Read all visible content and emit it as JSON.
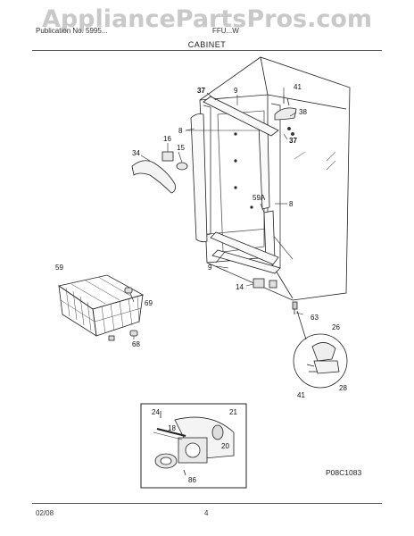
{
  "watermark": "AppliancePartsPros.com",
  "header": {
    "left": "Publication No. 5995...",
    "right": "FFU...W"
  },
  "section_title": "CABINET",
  "callouts": {
    "c37a": "37",
    "c9a": "9",
    "c41a": "41",
    "c38": "38",
    "c37b": "37",
    "c8a": "8",
    "c16": "16",
    "c15": "15",
    "c34": "34",
    "c59a": "59A",
    "c8b": "8",
    "c9b": "9",
    "c14": "14",
    "c59": "59",
    "c69": "69",
    "c68": "68",
    "c63": "63",
    "c26": "26",
    "c28": "28",
    "c41b": "41",
    "c24": "24",
    "c21": "21",
    "c18": "18",
    "c20": "20",
    "c86": "86"
  },
  "diagram_code": "P08C1083",
  "footer": {
    "date": "02/08",
    "page": "4"
  }
}
